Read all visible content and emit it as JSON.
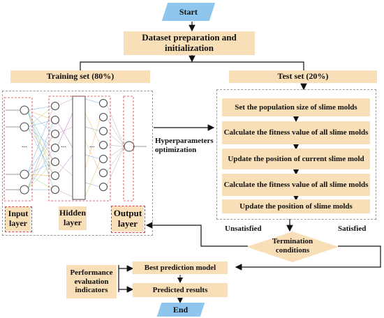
{
  "start_label": "Start",
  "end_label": "End",
  "dataset_box": "Dataset preparation and initialization",
  "training_set": "Training set (80%)",
  "test_set": "Test set (20%)",
  "hyperparameters_label": "Hyperparameters optimization",
  "steps": [
    "Set the population size of slime molds",
    "Calculate the fitness value of all slime molds",
    "Update the position of current slime mold",
    "Calculate the fitness value of all slime molds",
    "Update the position of slime molds"
  ],
  "termination": "Termination conditions",
  "unsatisfied": "Unsatisfied",
  "satisfied": "Satisfied",
  "best_model": "Best prediction model",
  "predicted_results": "Predicted results",
  "performance": "Performance evaluation indicators",
  "nn": {
    "input_layer": "Input layer",
    "hidden_layer": "Hidden layer",
    "output_layer": "Output layer",
    "ellipsis": "..."
  }
}
